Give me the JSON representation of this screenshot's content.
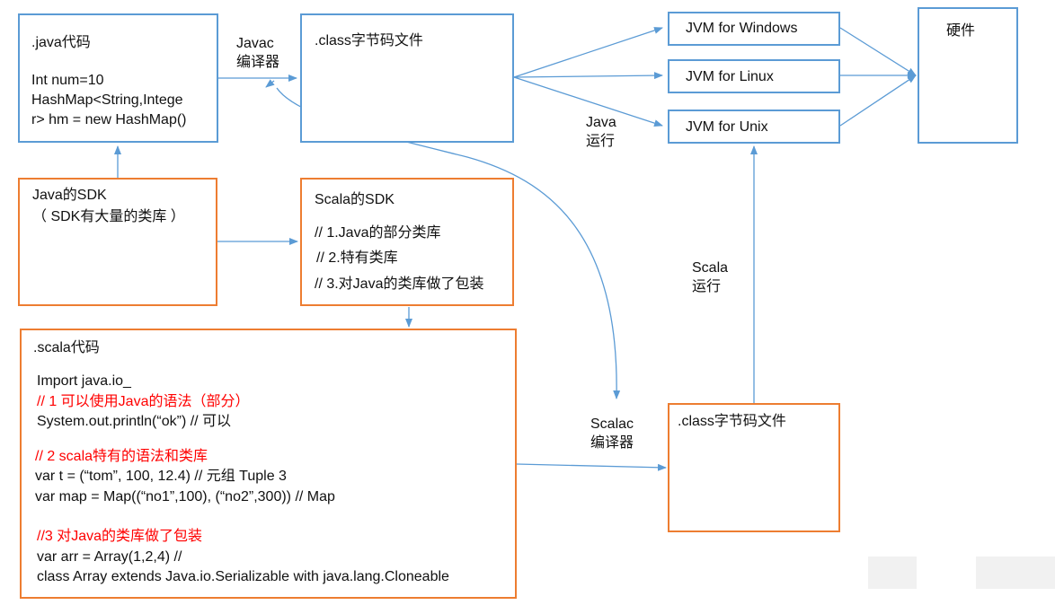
{
  "java_code": {
    "title": ".java代码",
    "lines": [
      "Int num=10",
      "HashMap<String,Intege",
      "r> hm = new HashMap()"
    ]
  },
  "class_top": {
    "title": ".class字节码文件"
  },
  "jvm": {
    "windows": "JVM for Windows",
    "linux": "JVM for Linux",
    "unix": "JVM for Unix"
  },
  "hardware": {
    "title": "硬件"
  },
  "java_sdk": {
    "line1": "Java的SDK",
    "line2": "（ SDK有大量的类库 ）"
  },
  "scala_sdk": {
    "title": "Scala的SDK",
    "items": [
      "// 1.Java的部分类库",
      "// 2.特有类库",
      "// 3.对Java的类库做了包装"
    ]
  },
  "scala_code": {
    "title": ".scala代码",
    "l1": "Import java.io_",
    "l2": "// 1 可以使用Java的语法（部分）",
    "l3": "System.out.println(“ok”)  // 可以",
    "l4": "// 2 scala特有的语法和类库",
    "l5": "var t = (“tom”, 100, 12.4) // 元组 Tuple 3",
    "l6": "var map = Map((“no1”,100), (“no2”,300))  // Map",
    "l7": "//3 对Java的类库做了包装",
    "l8": "var arr = Array(1,2,4) //",
    "l9": "class Array extends Java.io.Serializable with java.lang.Cloneable"
  },
  "class_bottom": {
    "title": ".class字节码文件"
  },
  "labels": {
    "javac": [
      "Javac",
      "编译器"
    ],
    "java_run": [
      "Java",
      "运行"
    ],
    "scala_run": [
      "Scala",
      "运行"
    ],
    "scalac": [
      "Scalac",
      "编译器"
    ]
  },
  "colors": {
    "blue": "#5b9bd5",
    "orange": "#ed7d31",
    "red": "#ff0000"
  }
}
